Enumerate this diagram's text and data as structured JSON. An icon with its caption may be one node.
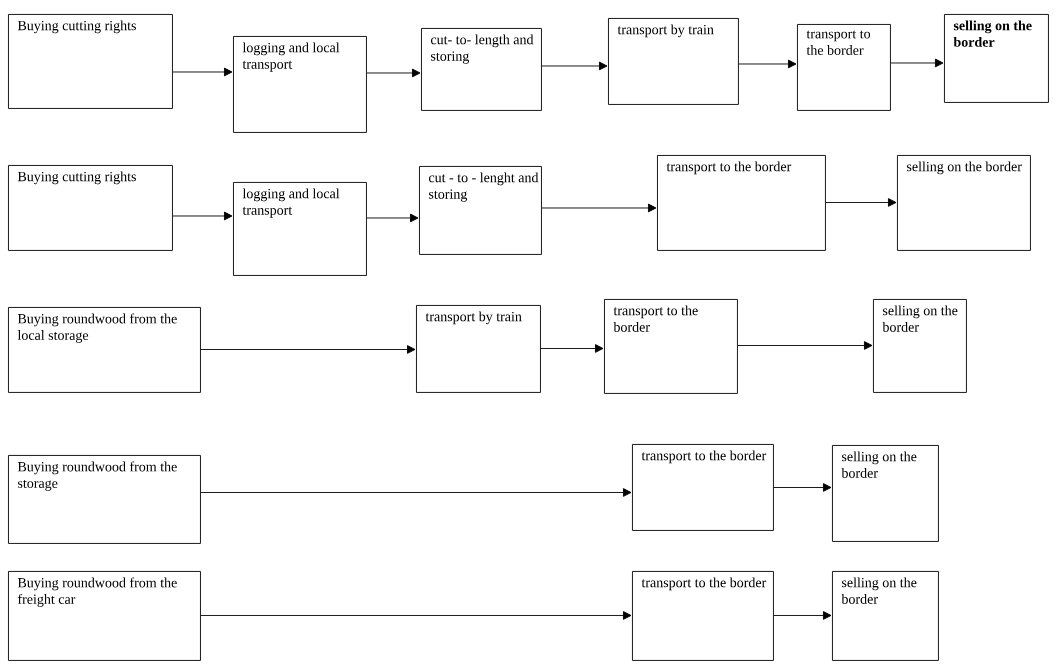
{
  "diagram": {
    "nodes": [
      {
        "text": [
          "Buying cutting rights"
        ]
      },
      {
        "text": [
          "logging and local transport"
        ]
      },
      {
        "text": [
          "cut- to- length and storing"
        ]
      },
      {
        "text": [
          "transport by train"
        ]
      },
      {
        "text": [
          "transport to the border"
        ]
      },
      {
        "text": [
          "selling on the border"
        ]
      },
      {
        "text": [
          "Buying cutting rights"
        ]
      },
      {
        "text": [
          "logging and local transport"
        ]
      },
      {
        "text": [
          "cut - to - lenght and storing"
        ]
      },
      {
        "text": [
          "transport to the border"
        ]
      },
      {
        "text": [
          "selling on the border"
        ]
      },
      {
        "text": [
          "Buying roundwood from the local storage"
        ]
      },
      {
        "text": [
          "transport by train"
        ]
      },
      {
        "text": [
          "transport to the border"
        ]
      },
      {
        "text": [
          "selling on the border"
        ]
      },
      {
        "text": [
          "Buying roundwood from the storage"
        ]
      },
      {
        "text": [
          "transport to the border"
        ]
      },
      {
        "text": [
          "selling on the border"
        ]
      },
      {
        "text": [
          "Buying roundwood from the freight car"
        ]
      },
      {
        "text": [
          "transport to the border"
        ]
      },
      {
        "text": [
          "selling on the border"
        ]
      }
    ],
    "edges": [
      {
        "from": 0,
        "to": 1,
        "arrow": "to"
      },
      {
        "from": 1,
        "to": 2,
        "arrow": "to"
      },
      {
        "from": 2,
        "to": 3,
        "arrow": "to"
      },
      {
        "from": 3,
        "to": 4,
        "arrow": "to"
      },
      {
        "from": 4,
        "to": 5,
        "arrow": "to"
      },
      {
        "from": 6,
        "to": 7,
        "arrow": "to"
      },
      {
        "from": 7,
        "to": 8,
        "arrow": "to"
      },
      {
        "from": 8,
        "to": 9,
        "arrow": "to"
      },
      {
        "from": 9,
        "to": 10,
        "arrow": "to"
      },
      {
        "from": 11,
        "to": 12,
        "arrow": "to"
      },
      {
        "from": 12,
        "to": 13,
        "arrow": "to"
      },
      {
        "from": 13,
        "to": 14,
        "arrow": "to"
      },
      {
        "from": 15,
        "to": 16,
        "arrow": "to"
      },
      {
        "from": 16,
        "to": 17,
        "arrow": "to"
      },
      {
        "from": 18,
        "to": 19,
        "arrow": "to"
      },
      {
        "from": 19,
        "to": 20,
        "arrow": "to"
      }
    ]
  }
}
